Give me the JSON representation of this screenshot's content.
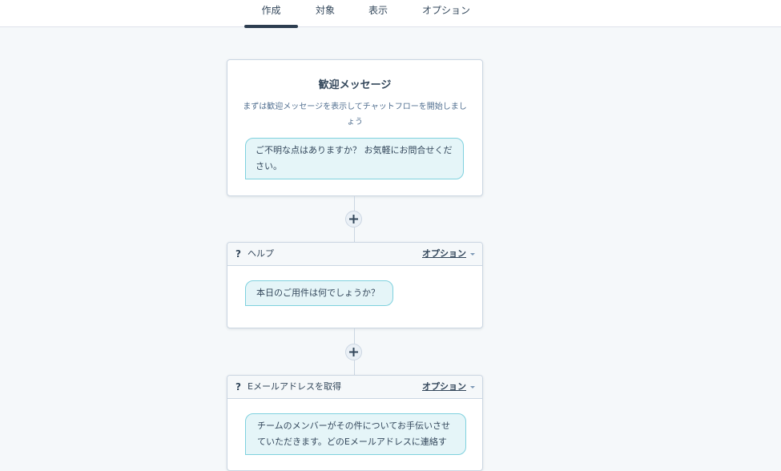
{
  "tabs": [
    {
      "label": "作成",
      "active": true
    },
    {
      "label": "対象",
      "active": false
    },
    {
      "label": "表示",
      "active": false
    },
    {
      "label": "オプション",
      "active": false
    }
  ],
  "welcome": {
    "title": "歓迎メッセージ",
    "description": "まずは歓迎メッセージを表示してチャットフローを開始しましょう",
    "bubble": "ご不明な点はありますか？ お気軽にお問合せください。"
  },
  "steps": [
    {
      "icon": "question-icon",
      "icon_glyph": "?",
      "title": "ヘルプ",
      "option_label": "オプション",
      "bubble": "本日のご用件は何でしょうか？"
    },
    {
      "icon": "question-icon",
      "icon_glyph": "?",
      "title": "Eメールアドレスを取得",
      "option_label": "オプション",
      "bubble": "チームのメンバーがその件についてお手伝いさせていただきます。どのEメールアドレスに連絡す"
    }
  ],
  "colors": {
    "accent": "#2d3e50",
    "bubble_bg": "#e5f5f8",
    "bubble_border": "#7fd1de",
    "canvas_bg": "#f5f8fa"
  }
}
